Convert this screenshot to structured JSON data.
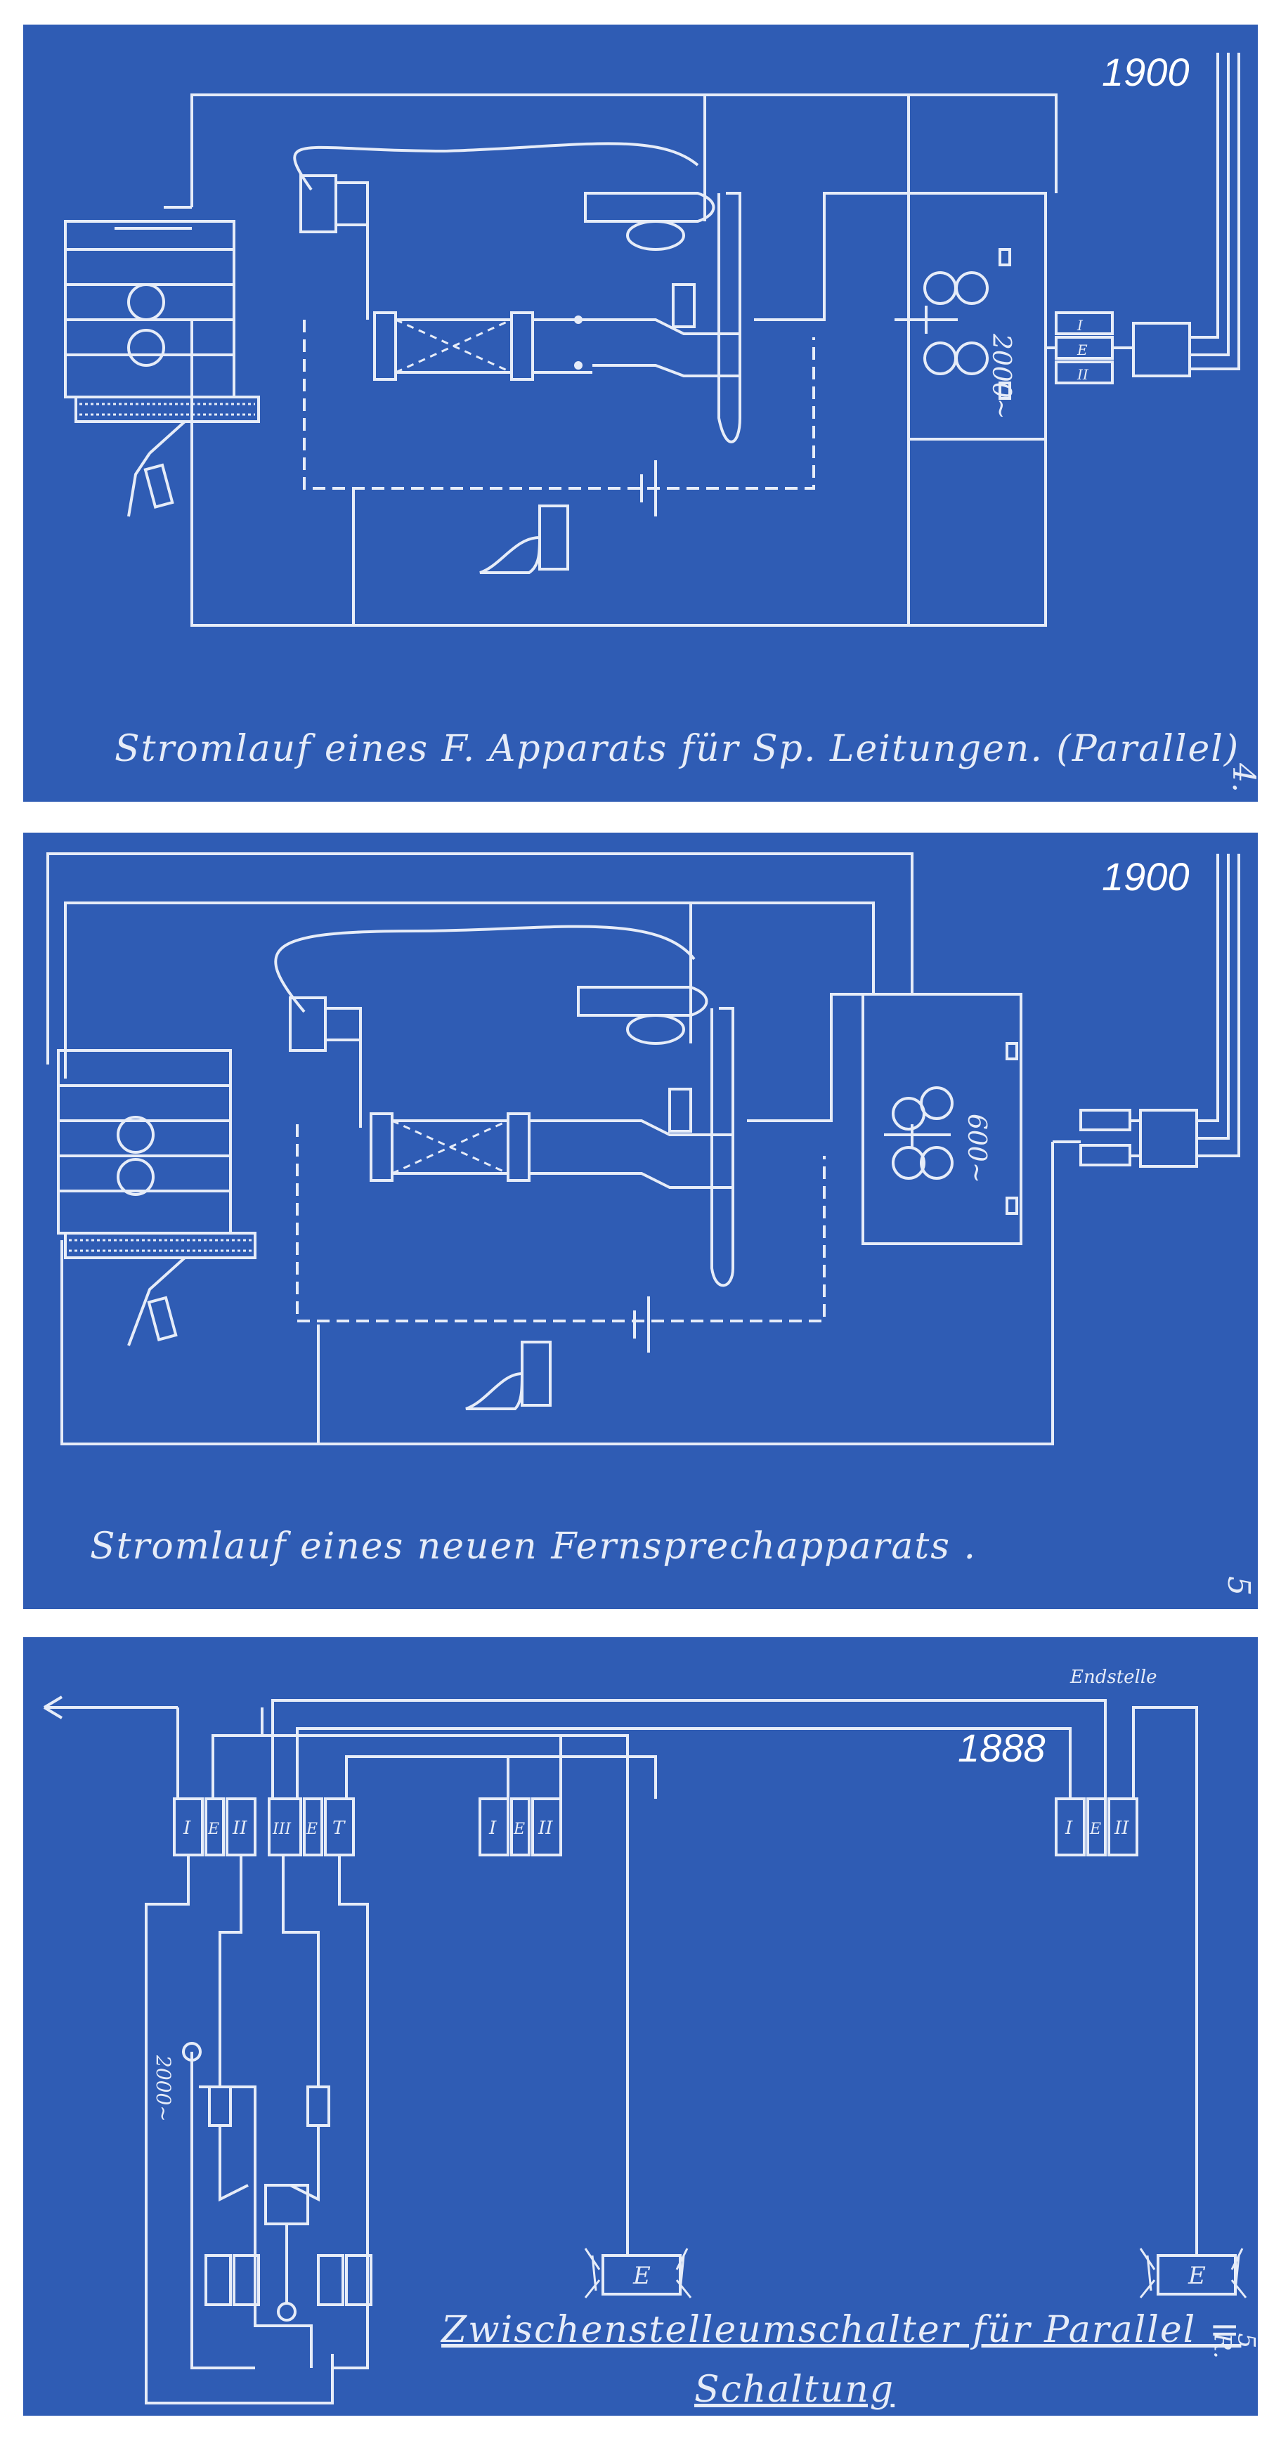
{
  "panels": [
    {
      "year": "1900",
      "caption": "Stromlauf eines F. Apparats für Sp. Leitungen. (Parallel)",
      "number": "4.",
      "resistance": "2000~",
      "roman": [
        "I",
        "E",
        "II"
      ]
    },
    {
      "year": "1900",
      "caption": "Stromlauf eines neuen Fernsprechapparats .",
      "number": "5",
      "resistance": "600~"
    },
    {
      "year": "1888",
      "caption_line1": "Zwischenstelleumschalter für Parallel =",
      "caption_line2": "Schaltung",
      "number": "5 R.",
      "endstelle": "Endstelle",
      "resistance": "2000~",
      "earth": "E",
      "switch_labels": [
        [
          "I",
          "E",
          "II"
        ],
        [
          "III",
          "E",
          "T"
        ],
        [
          "I",
          "E",
          "II"
        ],
        [
          "I",
          "E",
          "II"
        ]
      ]
    }
  ]
}
